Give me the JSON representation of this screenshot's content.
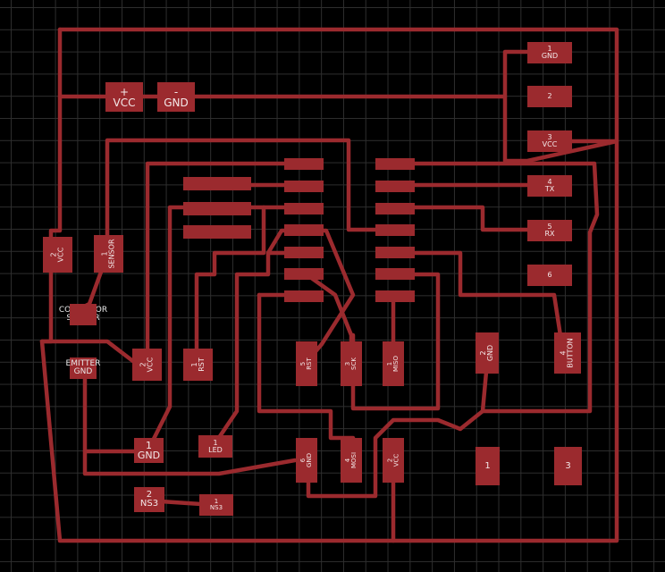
{
  "power_pads": {
    "vcc": "+\nVCC",
    "gnd": "-\nGND"
  },
  "header_right": {
    "p1": "1\nGND",
    "p2": "2",
    "p3": "3\nVCC",
    "p4": "4\nTX",
    "p5": "5\nRX",
    "p6": "6"
  },
  "sensor_connector": {
    "vcc": "2\nVCC",
    "sensor": "1\nSENSOR"
  },
  "silkscreen": {
    "collector": "COLLECTOR\nSENSOR",
    "emitter": "EMITTER\nGND"
  },
  "isp_row": {
    "vcc": "2\nVCC",
    "rst": "1\nRST",
    "rst5": "5\nRST",
    "sck": "3\nSCK",
    "miso": "1\nMISO"
  },
  "button_pads": {
    "gnd": "2\nGND",
    "button": "4\nBUTTON"
  },
  "lower_pads": {
    "gnd1": "1\nGND",
    "led": "1\nLED",
    "gnd6": "6\nGND",
    "mosi": "4\nMOSI",
    "vcc2": "2\nVCC",
    "ns3a": "2\nNS3",
    "ns3b": "1\nNS3",
    "big1": "1",
    "big3": "3"
  }
}
